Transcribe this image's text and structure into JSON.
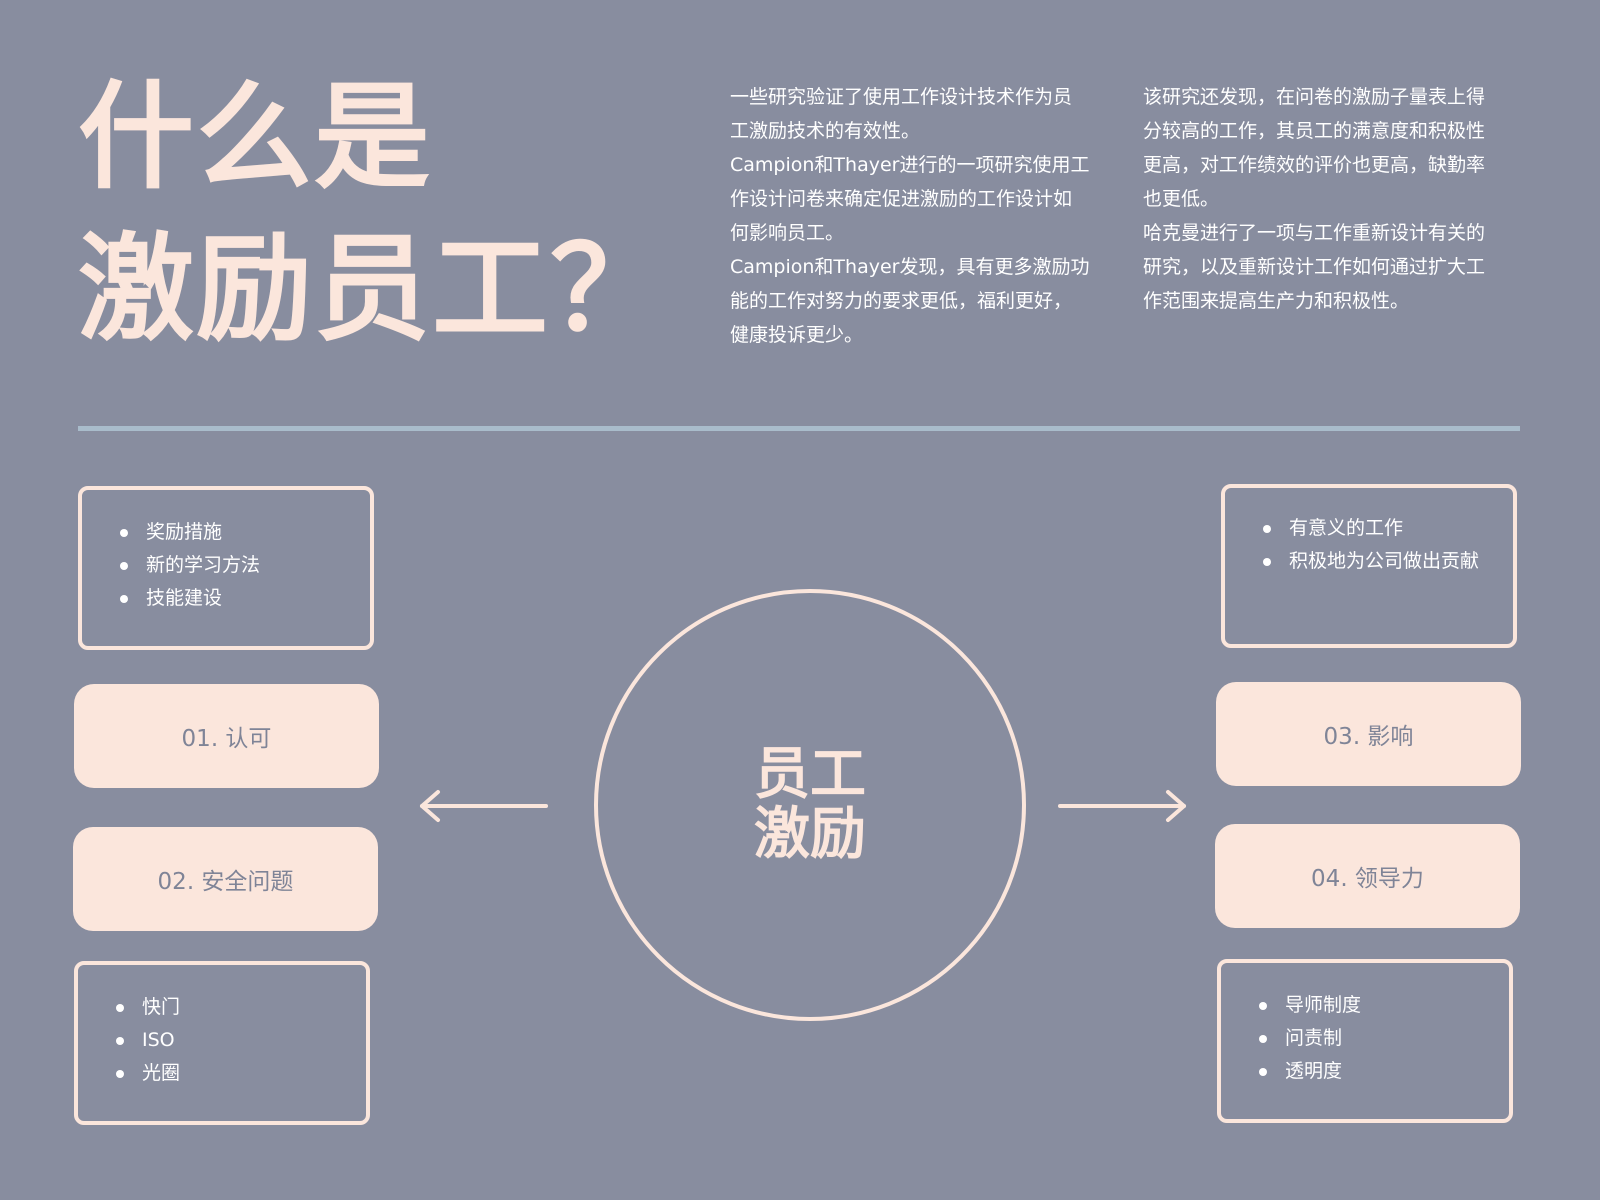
{
  "title": {
    "line1": "什么是",
    "line2": "激励员工？"
  },
  "paragraphs": {
    "column1": [
      "一些研究验证了使用工作设计技术作为员工激励技术的有效性。",
      "Campion和Thayer进行的一项研究使用工作设计问卷来确定促进激励的工作设计如何影响员工。",
      "Campion和Thayer发现，具有更多激励功能的工作对努力的要求更低，福利更好，健康投诉更少。"
    ],
    "column2": [
      "该研究还发现，在问卷的激励子量表上得分较高的工作，其员工的满意度和积极性更高，对工作绩效的评价也更高，缺勤率也更低。",
      "哈克曼进行了一项与工作重新设计有关的研究，以及重新设计工作如何通过扩大工作范围来提高生产力和积极性。"
    ]
  },
  "center": {
    "label_line1": "员工",
    "label_line2": "激励"
  },
  "pills": [
    "01. 认可",
    "02. 安全问题",
    "03. 影响",
    "04. 领导力"
  ],
  "lists": {
    "top_left": [
      "奖励措施",
      "新的学习方法",
      "技能建设"
    ],
    "bottom_left": [
      "快门",
      "ISO",
      "光圈"
    ],
    "top_right": [
      "有意义的工作",
      "积极地为公司做出贡献"
    ],
    "bottom_right": [
      "导师制度",
      "问责制",
      "透明度"
    ]
  },
  "icons": {
    "left_arrow": "arrow-left-icon",
    "right_arrow": "arrow-right-icon"
  },
  "colors": {
    "background": "#888d9f",
    "accent": "#fbe6dc",
    "divider": "#a9bccb",
    "pill_text": "#7f8497"
  }
}
